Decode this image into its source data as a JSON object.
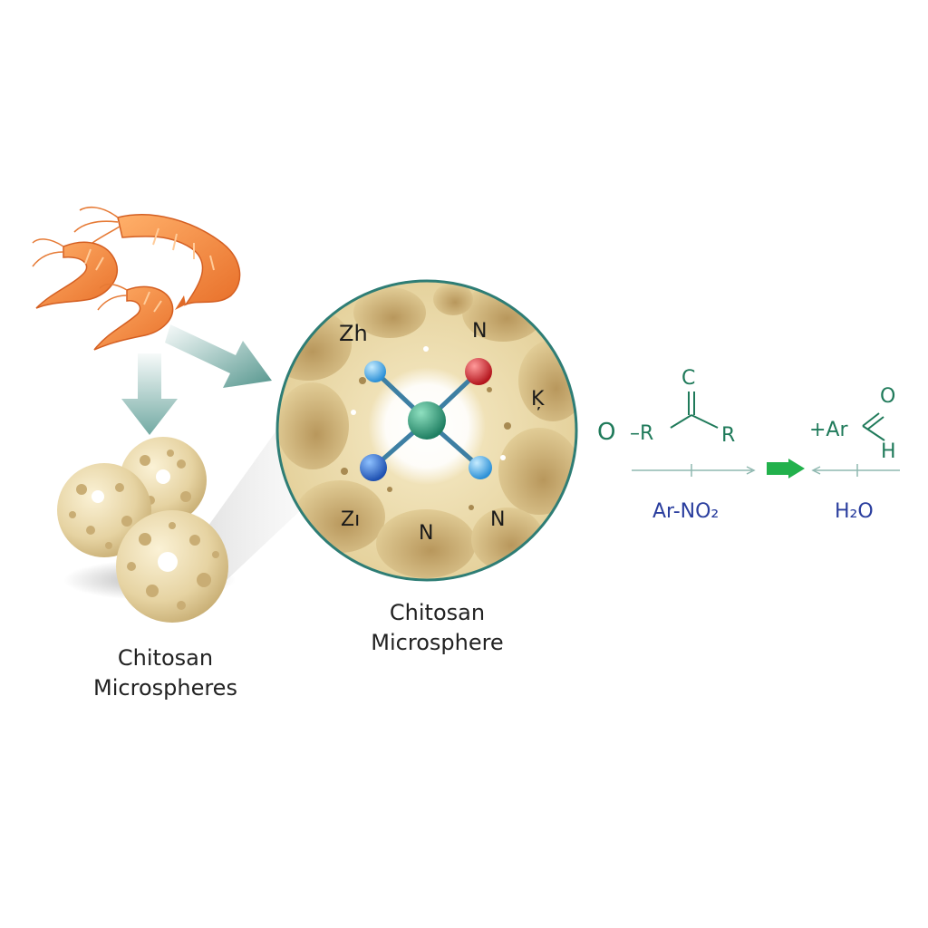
{
  "labels": {
    "microspheres": [
      "Chitosan",
      "Microspheres"
    ],
    "microsphere": [
      "Chitosan",
      "Microsphere"
    ]
  },
  "atoms": {
    "top_left": "Zh",
    "top_right": "N",
    "right": "Ķ",
    "bottom_left": "Zı",
    "bottom_mid": "N",
    "bottom_right": "N"
  },
  "reaction": {
    "reactant_circle": "O",
    "reactant_chain": "–R",
    "reactant_r": "R",
    "reactant_c": "C",
    "reactant_caption": "Ar-NO₂",
    "product_ar": "+Ar",
    "product_o": "O",
    "product_h": "H",
    "product_caption": "H₂O"
  },
  "colors": {
    "shrimp": "#f0883a",
    "chitosan": "#e9d8a8",
    "pore": "#c9ad74",
    "teal_arrow": "#5a9b93",
    "zn_atom": "#2e9a78",
    "n_atom": "#2f6fd0",
    "o_atom": "#d0232a",
    "chem_green": "#1f7a5a",
    "chem_blue": "#2a3e9e",
    "reaction_arrow": "#22b14c"
  }
}
